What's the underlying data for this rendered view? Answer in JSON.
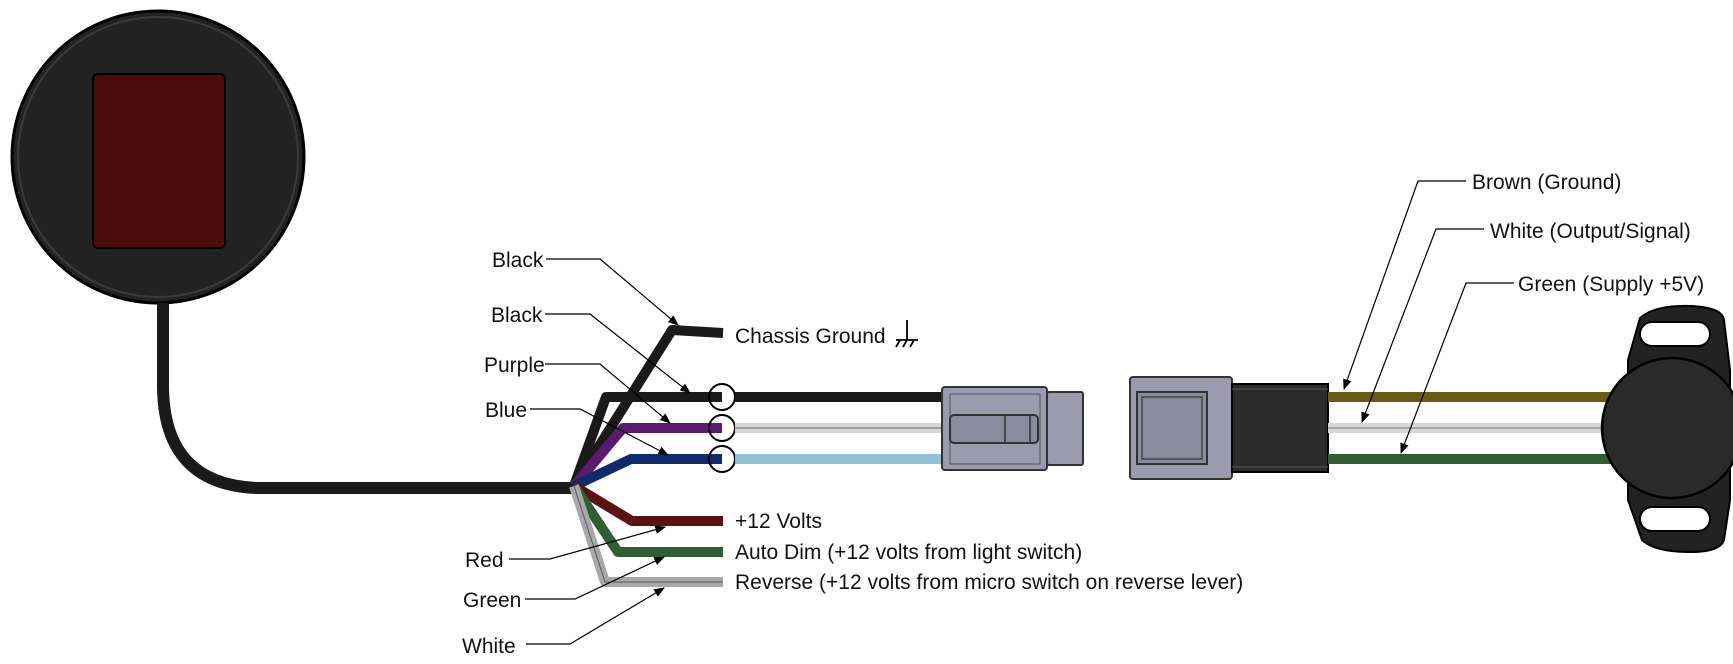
{
  "gauge_wires": {
    "callouts": {
      "black_1": "Black",
      "black_2": "Black",
      "purple": "Purple",
      "blue": "Blue",
      "red": "Red",
      "green": "Green",
      "white": "White"
    },
    "ends": {
      "chassis_ground": "Chassis Ground",
      "plus_12_volts": "+12 Volts",
      "auto_dim": "Auto Dim (+12 volts from light switch)",
      "reverse": "Reverse (+12 volts from micro switch on reverse lever)"
    }
  },
  "sensor_wires": {
    "brown": "Brown (Ground)",
    "white": "White (Output/Signal)",
    "green": "Green (Supply +5V)"
  },
  "colors": {
    "gauge_body": "#222222",
    "gauge_display": "#4a0c0c",
    "wire_black": "#1a1a1a",
    "wire_purple": "#5a1a6e",
    "wire_blue": "#102a6e",
    "wire_red": "#5c1212",
    "wire_green": "#2e5e34",
    "wire_white": "#a8a8a8",
    "wire_light_blue": "#8fc3d4",
    "wire_brown": "#6b5a14",
    "connector": "#9a9cad"
  }
}
